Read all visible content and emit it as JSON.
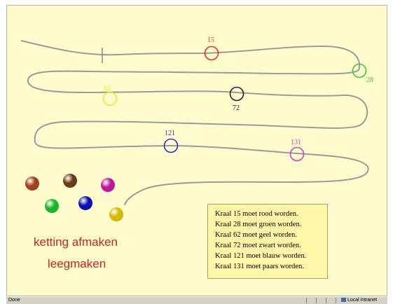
{
  "beads": [
    {
      "number": "15",
      "color": "#e03030"
    },
    {
      "number": "28",
      "color": "#33cc33"
    },
    {
      "number": "62",
      "color": "#e8e830"
    },
    {
      "number": "72",
      "color": "#222222"
    },
    {
      "number": "121",
      "color": "#2233cc"
    },
    {
      "number": "131",
      "color": "#d040c0"
    }
  ],
  "palette": [
    {
      "name": "red-brown",
      "color": "#a0401c"
    },
    {
      "name": "brown",
      "color": "#6a3a14"
    },
    {
      "name": "magenta",
      "color": "#c0189a"
    },
    {
      "name": "green",
      "color": "#16b828"
    },
    {
      "name": "blue",
      "color": "#0a10b0"
    },
    {
      "name": "yellow",
      "color": "#d8b800"
    }
  ],
  "actions": {
    "finish": "ketting afmaken",
    "clear": "leegmaken",
    "color": "#d02020"
  },
  "instructions": [
    "Kraal 15 moet rood worden.",
    "Kraal 28 moet groen worden.",
    "Kraal 62 moet geel worden.",
    "Kraal 72 moet zwart worden.",
    "Kraal 121 moet blauw worden.",
    "Kraal 131 moet paars worden."
  ],
  "statusbar": {
    "status": "Done",
    "zone": "Local intranet"
  }
}
